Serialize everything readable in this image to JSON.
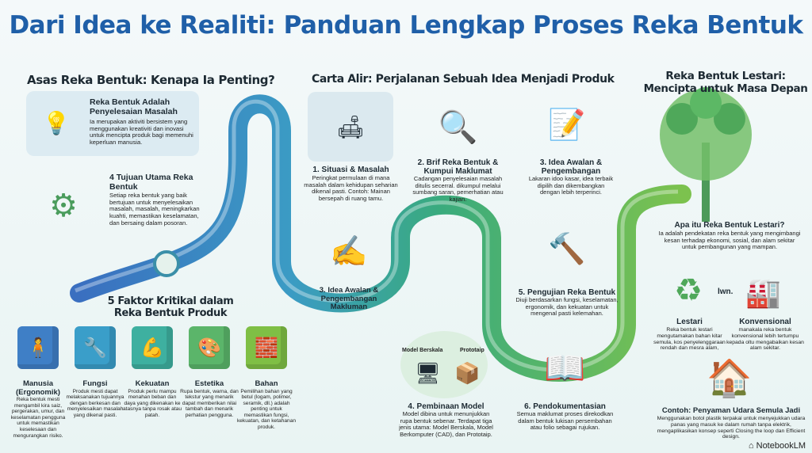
{
  "title": "Dari Idea ke Realiti: Panduan Lengkap Proses Reka Bentuk",
  "left": {
    "heading": "Asas Reka Bentuk: Kenapa Ia Penting?",
    "card1": {
      "title": "Reka Bentuk Adalah Penyelesaian Masalah",
      "text": "Ia merupakan aktiviti bersistem yang menggunakan kreativiti dan inovasi untuk mencipta produk bagi memenuhi keperluan manusia.",
      "icon": "lightbulb-rope-icon"
    },
    "card2": {
      "title": "4 Tujuan Utama Reka Bentuk",
      "text": "Setiap reka bentuk yang baik bertujuan untuk menyelesaikan masalah, masalah, meningkarkan kuahti, memastikan keselamatan, dan bersaing dalam posoran.",
      "icon": "gears-icon"
    }
  },
  "factors": {
    "heading": "5 Faktor Kritikal dalam Reka Bentuk Produk",
    "items": [
      {
        "title": "Manusia (Ergonomik)",
        "text": "Reka bentuk mesti mengambil kira saiz, pergerakan, umur, dan keselamatan pengguna untuk memastikan keselesaan dan mengurangkan risiko.",
        "color": "#3f7fc6",
        "icon": "person-icon"
      },
      {
        "title": "Fungsi",
        "text": "Produk mesti dapat melaksanakan tujuannya dengan berkesan dan menyelesaikan masalah yang dikenal pasti.",
        "color": "#3a9ec9",
        "icon": "wrench-icon"
      },
      {
        "title": "Kekuatan",
        "text": "Produk perlu mampu menahan beban dan daya yang dikenakan ke atasnya tanpa rosak atau patah.",
        "color": "#3eb0a0",
        "icon": "muscle-icon"
      },
      {
        "title": "Estetika",
        "text": "Rupa bentuk, warna, dan tekstur yang menarik dapat memberikan nilai tambah dan menarik perhatian pengguna.",
        "color": "#5bb56a",
        "icon": "color-wheel-icon"
      },
      {
        "title": "Bahan",
        "text": "Pemilihan bahan yang betul (logam, polimer, seramik, dll.) adalah penting untuk memastikan fungsi, kekuatan, dan ketahanan produk.",
        "color": "#7fbf45",
        "icon": "materials-icon"
      }
    ]
  },
  "flow": {
    "heading": "Carta Alir: Perjalanan Sebuah Idea Menjadi Produk",
    "steps": [
      {
        "title": "1. Situasi & Masalah",
        "text": "Peringkat permulaan di mana masalah dalam kehidupan seharian dikenal pasti. Contoh: Mainan bersepah di ruang tamu."
      },
      {
        "title": "2. Brif Reka Bentuk & Kumpui Maklumat",
        "text": "Cadangan penyelesaian masalah ditulis secerral. dikumpul melalui sumbang saran, pemerhatian atau kajian."
      },
      {
        "title": "3. Idea Awalan & Pengembangan",
        "text": "Lakaran idoo kasar, idea terbaik dipilih dan dikembangkan dengan lebih terperinci."
      },
      {
        "title": "3. Idea Awalan & Pengembangan Makluman",
        "text": ""
      },
      {
        "title": "5. Pengujian Reka Bentuk",
        "text": "Diuji berdasarkan fungsi, keselamatan, ergonomik, dan kekuatan untuk mengenal pasti kelemahan."
      },
      {
        "title": "4. Pembinaan Model",
        "text": "Model dibina untuk menunjukkan rupa bentuk sebenar. Terdapat tiga jenis utama: Model Berskala, Model Berkomputer (CAD), dan Prototaip.",
        "label_a": "Model Berskala",
        "label_b": "Prototaip"
      },
      {
        "title": "6. Pendokumentasian",
        "text": "Semua maklumat proses direkodkan dalam bentuk lukisan persembahan atau folio sebagai rujukan."
      }
    ]
  },
  "sustain": {
    "heading": "Reka Bentuk Lestari: Mencipta untuk Masa Depan",
    "what_title": "Apa itu Reka Bentuk Lestari?",
    "what_text": "Ia adalah pendekatan reka bentuk yang mengimbangi kesan terhadap ekonomi, sosial, dan alam sekitar untuk pembangunan yang mampan.",
    "vs": "lwn.",
    "lestari_title": "Lestari",
    "lestari_text": "Reka bentuk lestari mengutamakan bahan kitar semula, kos penyelenggaraan rendah dan mesra alam,",
    "konv_title": "Konvensional",
    "konv_text": "manakala reka bentuk konvensional lebih tertumpu kepada oltu mengabaikan kesan alam sekitar.",
    "example_title": "Contoh: Penyaman Udara Semula Jadi",
    "example_text": "Menggunakan botol plastik terpakai untuk menyejukkan udara panas yang masuk ke dalam rumah tanpa elektrik, mengaplikasikan konsep seperti Closing the loop dan Efficient design."
  },
  "brand": "NotebookLM",
  "colors": {
    "title": "#1f5fa8",
    "pipe_blue": "#3b86c4",
    "pipe_green": "#4fae63",
    "background": "#eef6f6"
  }
}
